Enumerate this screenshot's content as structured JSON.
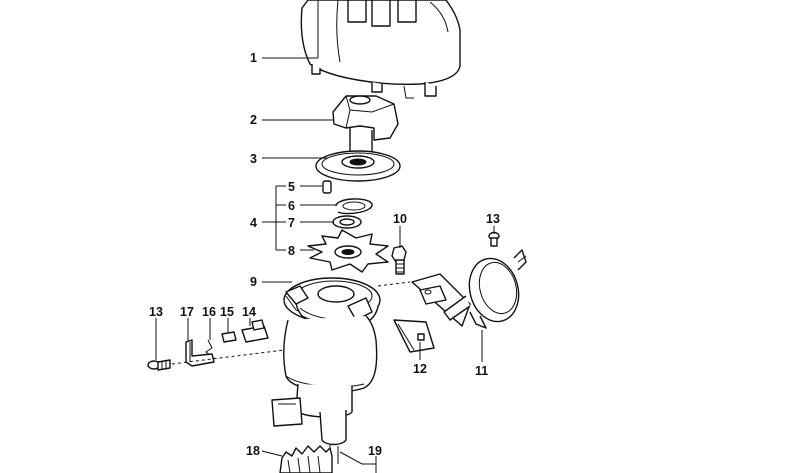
{
  "diagram": {
    "callouts": [
      {
        "id": "c1",
        "label": "1"
      },
      {
        "id": "c2",
        "label": "2"
      },
      {
        "id": "c3",
        "label": "3"
      },
      {
        "id": "c4",
        "label": "4"
      },
      {
        "id": "c5",
        "label": "5"
      },
      {
        "id": "c6",
        "label": "6"
      },
      {
        "id": "c7",
        "label": "7"
      },
      {
        "id": "c8",
        "label": "8"
      },
      {
        "id": "c9",
        "label": "9"
      },
      {
        "id": "c10",
        "label": "10"
      },
      {
        "id": "c11",
        "label": "11"
      },
      {
        "id": "c12",
        "label": "12"
      },
      {
        "id": "c13a",
        "label": "13"
      },
      {
        "id": "c13b",
        "label": "13"
      },
      {
        "id": "c14",
        "label": "14"
      },
      {
        "id": "c15",
        "label": "15"
      },
      {
        "id": "c16",
        "label": "16"
      },
      {
        "id": "c17",
        "label": "17"
      },
      {
        "id": "c18",
        "label": "18"
      },
      {
        "id": "c19",
        "label": "19"
      }
    ]
  }
}
